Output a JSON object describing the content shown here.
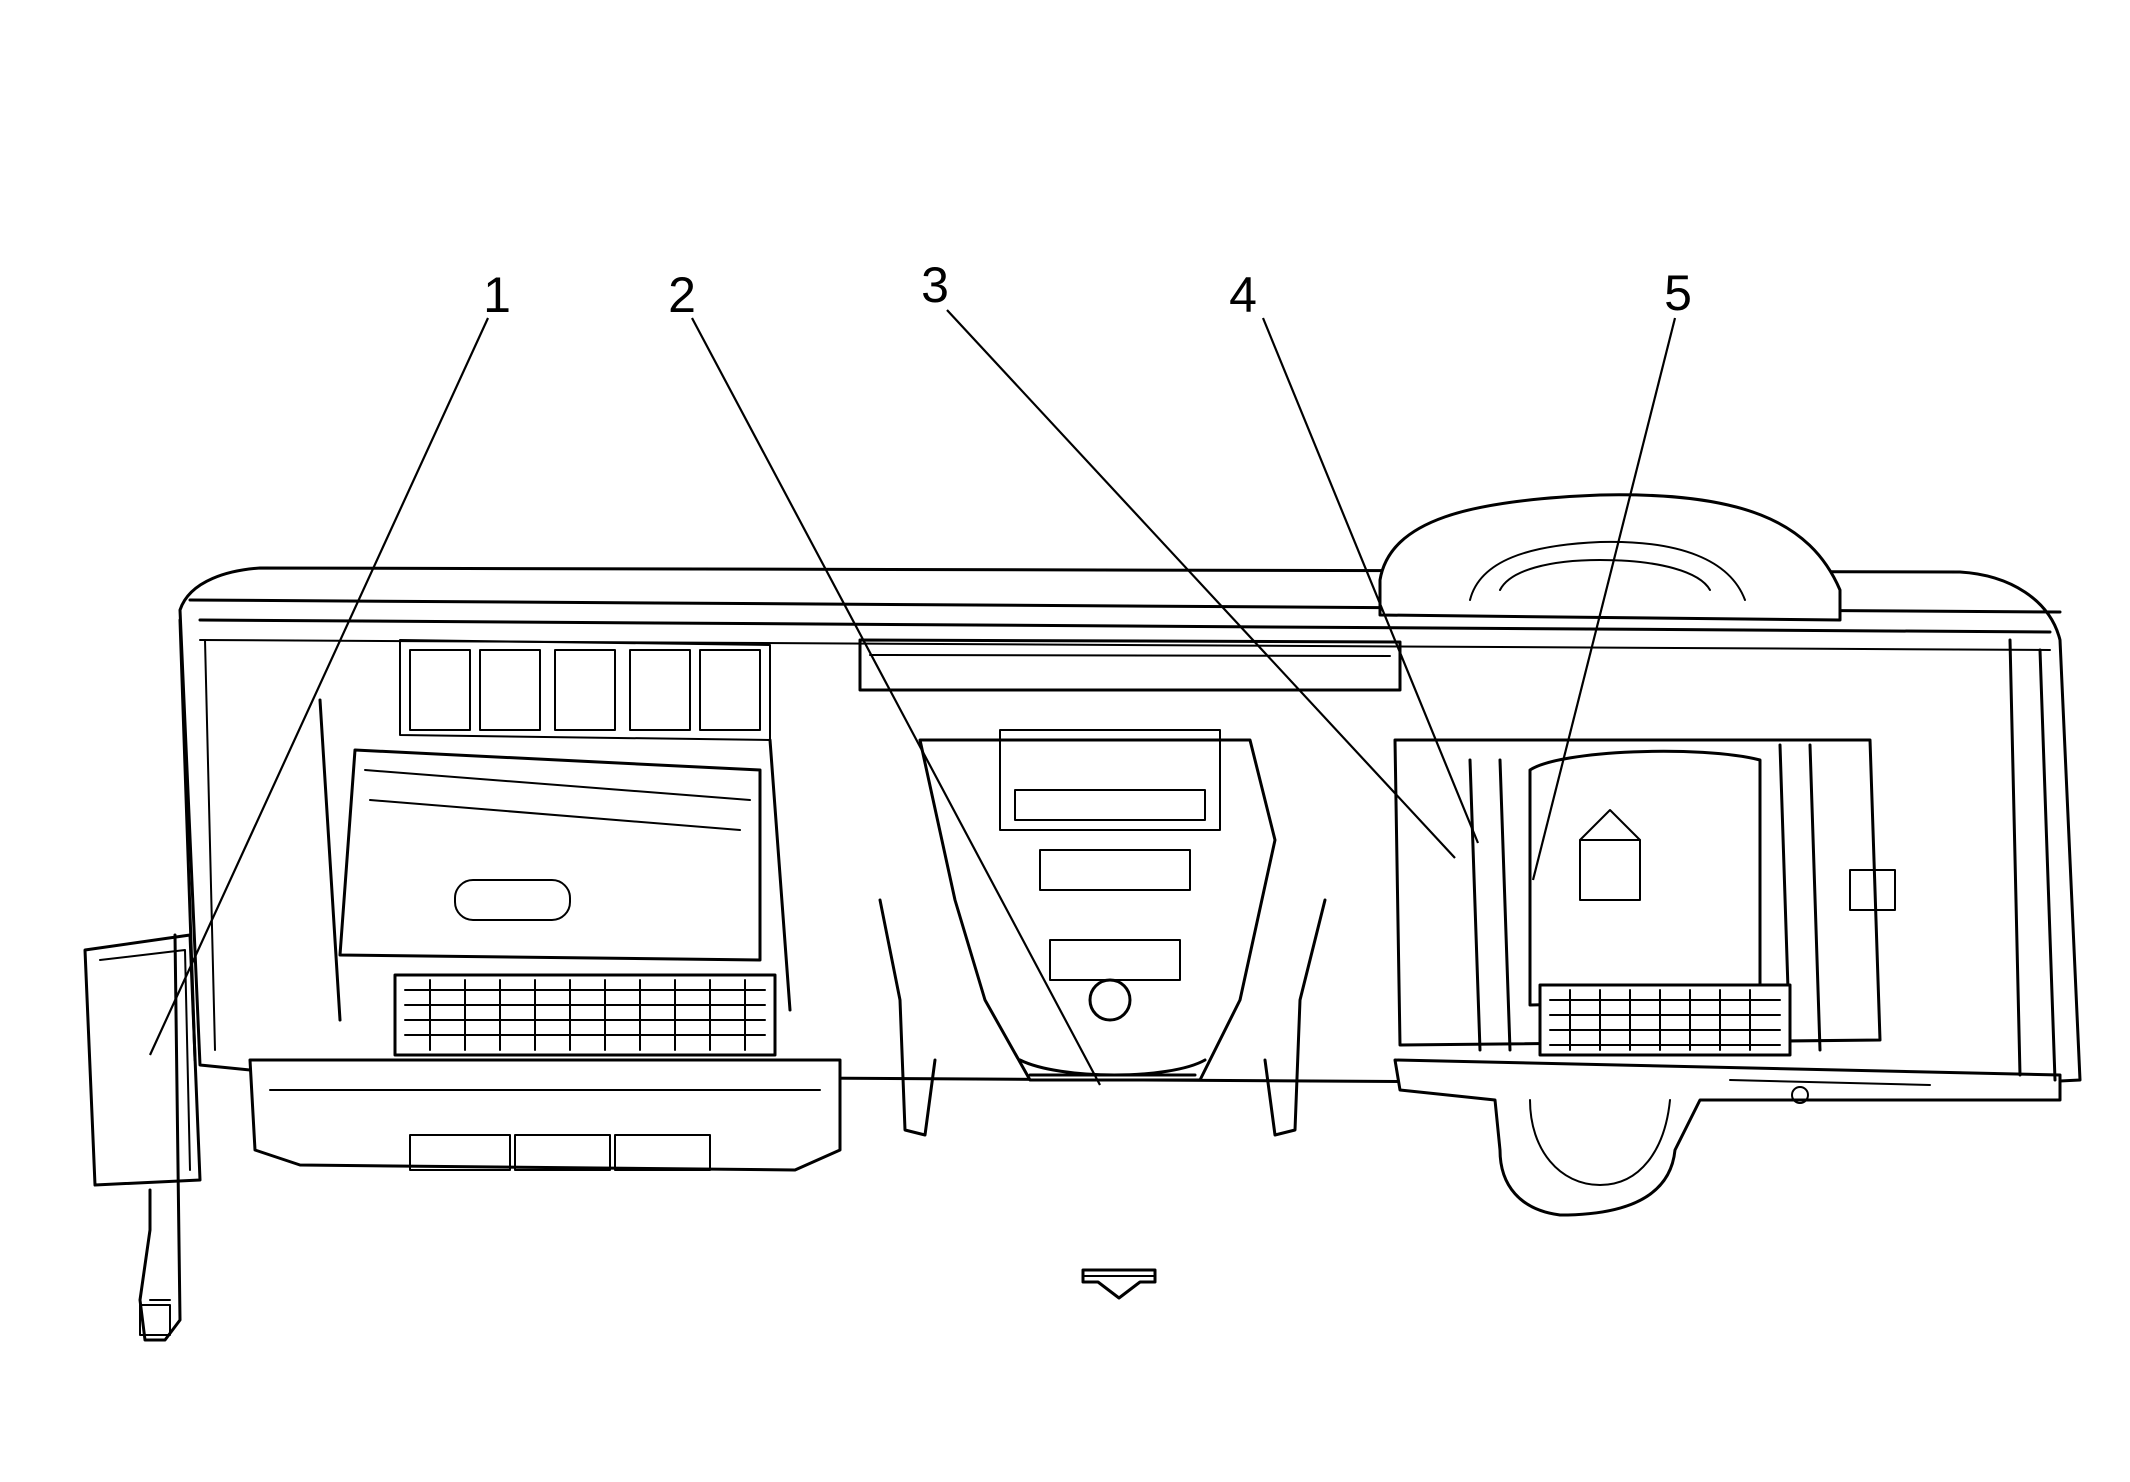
{
  "callouts": [
    {
      "label": "1"
    },
    {
      "label": "2"
    },
    {
      "label": "3"
    },
    {
      "label": "4"
    },
    {
      "label": "5"
    }
  ],
  "direction_arrow": {
    "icon": "forward-arrow-icon"
  }
}
